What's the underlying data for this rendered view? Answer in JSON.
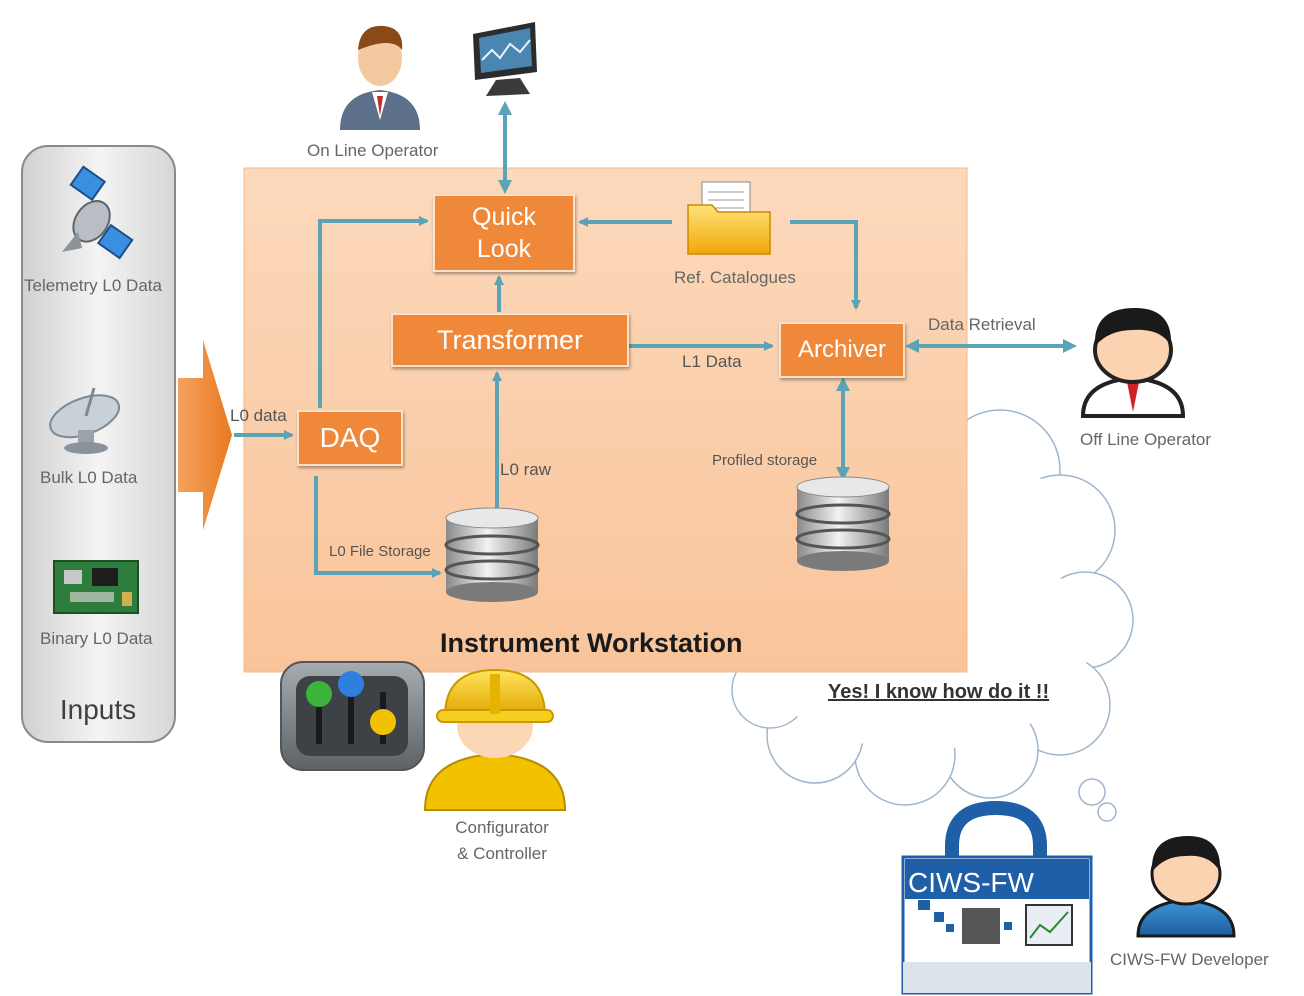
{
  "inputs": {
    "title": "Inputs",
    "items": [
      {
        "label": "Telemetry L0 Data",
        "icon": "satellite-icon"
      },
      {
        "label": "Bulk  L0 Data",
        "icon": "satellite-dish-icon"
      },
      {
        "label": "Binary L0 Data",
        "icon": "circuit-board-icon"
      }
    ]
  },
  "workstation": {
    "title": "Instrument Workstation",
    "quick_look": [
      "Quick",
      "Look"
    ],
    "transformer": "Transformer",
    "daq": "DAQ",
    "archiver": "Archiver",
    "ref_catalogues": "Ref. Catalogues",
    "edges": {
      "l0_data": "L0 data",
      "l1_data": "L1 Data",
      "l0_raw": "L0 raw",
      "l0_file_storage": "L0 File Storage",
      "profiled_storage": "Profiled storage",
      "data_retrieval": "Data Retrieval"
    }
  },
  "actors": {
    "online_operator": "On Line Operator",
    "offline_operator": "Off Line Operator",
    "configurator": [
      "Configurator",
      "& Controller"
    ],
    "developer": "CIWS-FW Developer"
  },
  "thought_bubble": "Yes! I know how do it !!",
  "framework_label": "CIWS-FW",
  "colors": {
    "accent_orange": "#f0883a",
    "panel_orange": "#fcd1ae",
    "arrow_teal": "#5ba4b8",
    "text_gray": "#666666"
  }
}
